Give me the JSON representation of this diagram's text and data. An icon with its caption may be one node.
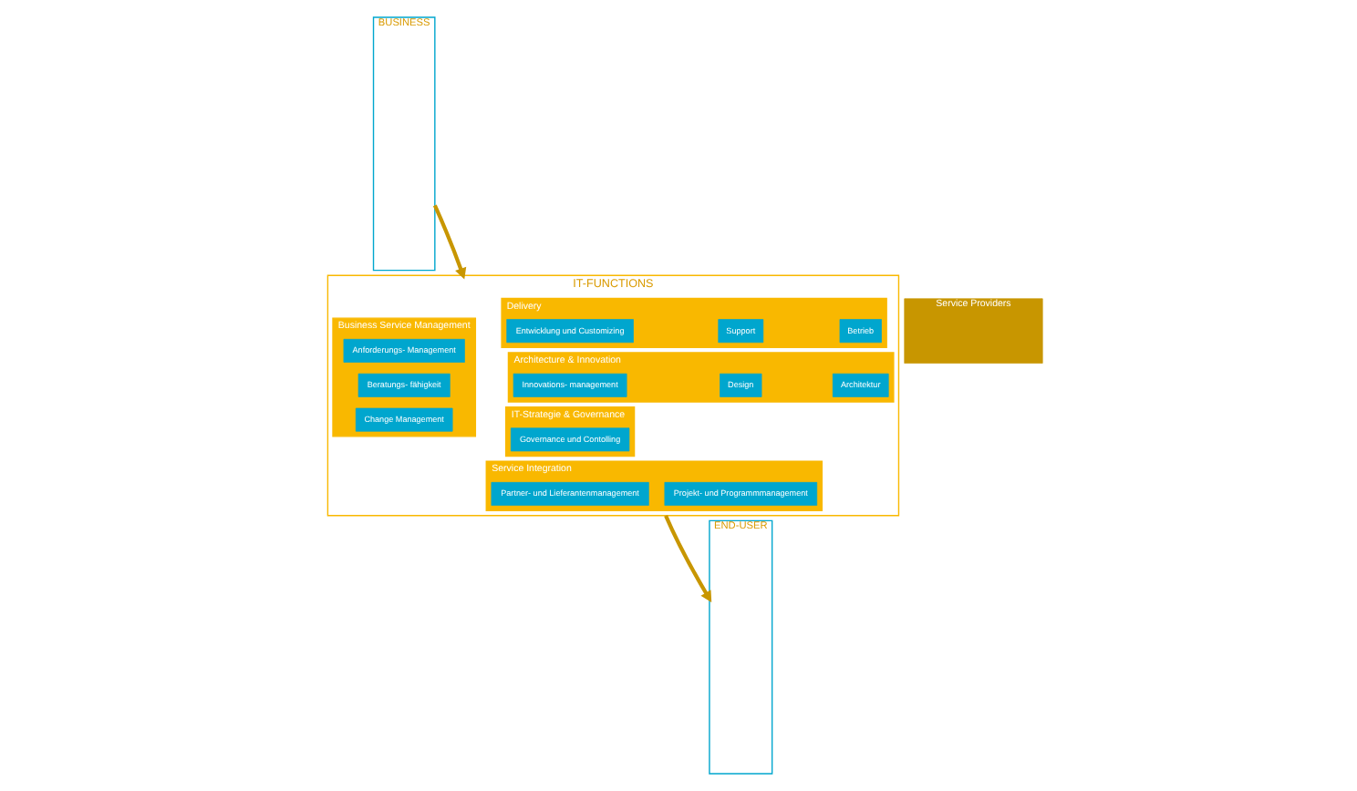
{
  "diagram": {
    "nodes": [
      {
        "text": [
          "BUSINESS"
        ]
      },
      {
        "text": [
          "IT-FUNCTIONS"
        ]
      },
      {
        "text": [
          "IT-Strategie & Governance"
        ],
        "in": 1
      },
      {
        "text": [
          "Governance und Contolling"
        ],
        "in": 2
      },
      {
        "text": [
          "Business Service Management"
        ],
        "in": 1
      },
      {
        "text": [
          "Beratungs- fähigkeit"
        ],
        "in": 4
      },
      {
        "text": [
          "Change Management"
        ],
        "in": 4
      },
      {
        "text": [
          "Anforderungs- Management"
        ],
        "in": 4
      },
      {
        "text": [
          "Architecture & Innovation"
        ],
        "in": 1
      },
      {
        "text": [
          "Innovations- management"
        ],
        "in": 8
      },
      {
        "text": [
          "Design"
        ],
        "in": 8
      },
      {
        "text": [
          "Architektur"
        ],
        "in": 8
      },
      {
        "text": [
          "Service Integration"
        ],
        "in": 1
      },
      {
        "text": [
          "Partner- und Lieferantenmanagement"
        ],
        "in": 12
      },
      {
        "text": [
          "Projekt- und Programmmanagement"
        ],
        "in": 12
      },
      {
        "text": [
          "Delivery"
        ],
        "in": 1
      },
      {
        "text": [
          "Entwicklung und Customizing"
        ],
        "in": 15
      },
      {
        "text": [
          "Support"
        ],
        "in": 15
      },
      {
        "text": [
          "Betrieb"
        ],
        "in": 15
      },
      {
        "text": [
          "Service Providers"
        ]
      },
      {
        "text": [
          "END-USER"
        ]
      }
    ],
    "edges": [
      {
        "from": 0,
        "to": 1,
        "arrow": "to"
      },
      {
        "from": 1,
        "to": 20,
        "arrow": "to"
      }
    ]
  }
}
